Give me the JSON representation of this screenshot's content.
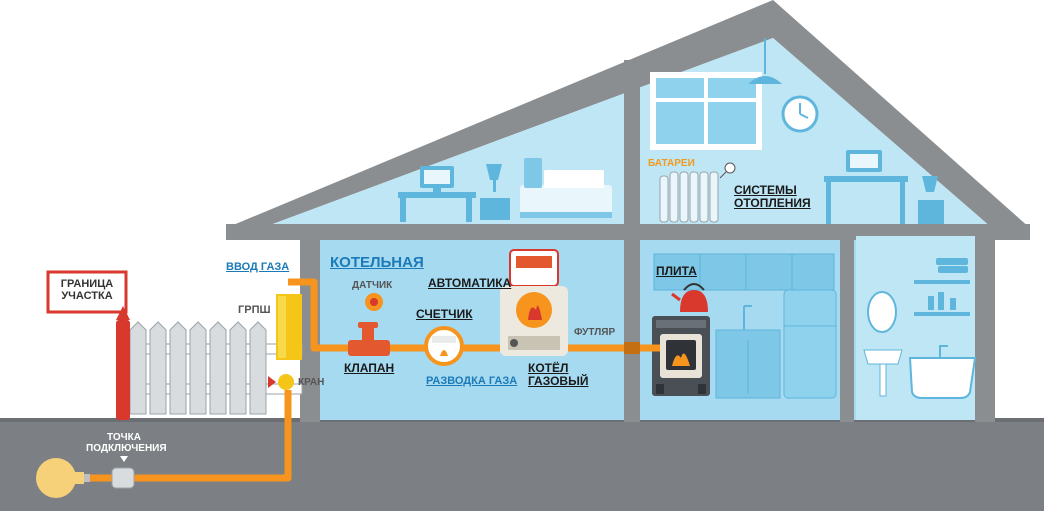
{
  "labels": {
    "granitsa_uchastka": "ГРАНИЦА\nУЧАСТКА",
    "vvod_gaza": "ВВОД ГАЗА",
    "grpsh": "ГРПШ",
    "kran": "КРАН",
    "tochka_podklyucheniya": "ТОЧКА\nПОДКЛЮЧЕНИЯ",
    "kotelnaya": "КОТЕЛЬНАЯ",
    "datchik": "ДАТЧИК",
    "avtomatika": "АВТОМАТИКА",
    "schetchik": "СЧЕТЧИК",
    "klapan": "КЛАПАН",
    "razvodka_gaza": "РАЗВОДКА ГАЗА",
    "kotel_gazovy": "КОТЁЛ\nГАЗОВЫЙ",
    "futlyar": "ФУТЛЯР",
    "plita": "ПЛИТА",
    "batarei": "БАТАРЕИ",
    "sistemy_otopleniya": "СИСТЕМЫ\nОТОПЛЕНИЯ"
  },
  "colors": {
    "house_wall": "#8a8e91",
    "room_fill": "#a6daf0",
    "room_light": "#bfe6f5",
    "ground": "#7c8084",
    "gas_pipe": "#f7941d",
    "grpsh_box": "#f5c518",
    "border_post": "#d9382c",
    "link_blue": "#1b7ab8"
  },
  "icons": [
    "gas-tank-icon",
    "fence-icon",
    "gas-valve-icon",
    "gas-meter-icon",
    "gas-boiler-icon",
    "gas-stove-icon",
    "kettle-icon",
    "radiator-icon",
    "bed-icon",
    "window-icon",
    "clock-icon",
    "bathtub-icon",
    "sink-icon",
    "fridge-icon"
  ]
}
